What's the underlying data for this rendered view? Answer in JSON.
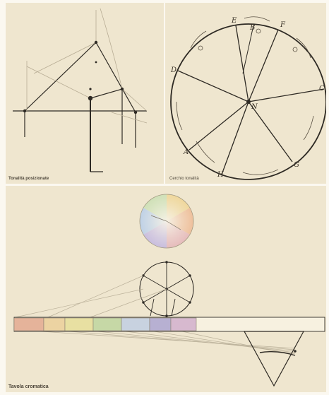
{
  "panels": {
    "a": {
      "caption": "Tonalità posizionate"
    },
    "b": {
      "caption": "Cerchio tonalità"
    },
    "c": {
      "caption": "Tavola cromatica"
    }
  },
  "wheel_letters": [
    "E",
    "D",
    "C",
    "F",
    "G",
    "H",
    "A",
    "B"
  ],
  "wheel_center_letter": "N",
  "colors": {
    "paper": "#efe6cf",
    "ink": "#2e2a24",
    "swatches": [
      "#e5b39a",
      "#ecd3a2",
      "#e8e0a2",
      "#c6d8a6",
      "#c8d2e0",
      "#b7b0d2",
      "#d7b9cf"
    ]
  },
  "icons": [
    "color-wheel-icon"
  ]
}
